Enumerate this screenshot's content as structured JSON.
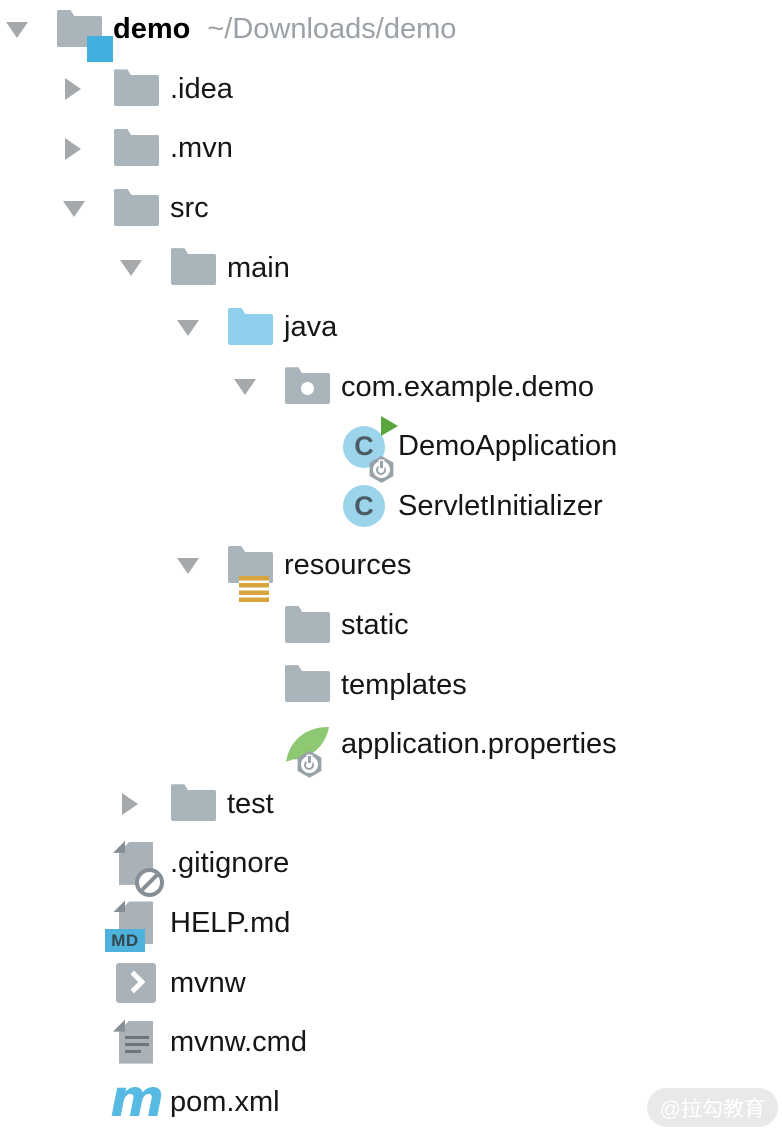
{
  "colors": {
    "folder_gray": "#aab4bb",
    "source_root_blue": "#8ed0ec",
    "project_badge_blue": "#41b0df",
    "resources_badge_gold": "#d9a43e",
    "class_circle_blue": "#9cd4ec",
    "run_triangle_green": "#5aa53e",
    "spring_leaf_green": "#8dc973",
    "gear_gray": "#98a2a9",
    "file_gray": "#a9b2b9",
    "file_fold_gray": "#868f95",
    "markdown_badge_blue": "#4db3dc",
    "maven_blue": "#56bae2",
    "arrow_gray": "#a6a9ab",
    "label_text": "#161616",
    "path_text": "#9ba1a6"
  },
  "tree": {
    "rows": [
      {
        "level": 0,
        "arrow": "expanded",
        "icon": "project-folder",
        "label": "demo",
        "sublabel": "~/Downloads/demo",
        "bold": true
      },
      {
        "level": 1,
        "arrow": "collapsed",
        "icon": "folder",
        "label": ".idea"
      },
      {
        "level": 1,
        "arrow": "collapsed",
        "icon": "folder",
        "label": ".mvn"
      },
      {
        "level": 1,
        "arrow": "expanded",
        "icon": "folder",
        "label": "src"
      },
      {
        "level": 2,
        "arrow": "expanded",
        "icon": "folder",
        "label": "main"
      },
      {
        "level": 3,
        "arrow": "expanded",
        "icon": "source-folder",
        "label": "java"
      },
      {
        "level": 4,
        "arrow": "expanded",
        "icon": "package-folder",
        "label": "com.example.demo"
      },
      {
        "level": 5,
        "arrow": "none",
        "icon": "spring-boot-class",
        "label": "DemoApplication"
      },
      {
        "level": 5,
        "arrow": "none",
        "icon": "java-class",
        "label": "ServletInitializer"
      },
      {
        "level": 3,
        "arrow": "expanded",
        "icon": "resources-folder",
        "label": "resources"
      },
      {
        "level": 4,
        "arrow": "none",
        "icon": "folder",
        "label": "static"
      },
      {
        "level": 4,
        "arrow": "none",
        "icon": "folder",
        "label": "templates"
      },
      {
        "level": 4,
        "arrow": "none",
        "icon": "spring-properties",
        "label": "application.properties"
      },
      {
        "level": 2,
        "arrow": "collapsed",
        "icon": "folder",
        "label": "test"
      },
      {
        "level": 1,
        "arrow": "none",
        "icon": "ignored-file",
        "label": ".gitignore"
      },
      {
        "level": 1,
        "arrow": "none",
        "icon": "markdown-file",
        "label": "HELP.md"
      },
      {
        "level": 1,
        "arrow": "none",
        "icon": "shell-script",
        "label": "mvnw"
      },
      {
        "level": 1,
        "arrow": "none",
        "icon": "text-file",
        "label": "mvnw.cmd"
      },
      {
        "level": 1,
        "arrow": "none",
        "icon": "maven-pom",
        "label": "pom.xml"
      }
    ]
  },
  "badges": {
    "markdown_label": "MD",
    "class_letter": "C"
  },
  "watermark": {
    "text": "@拉勾教育"
  }
}
